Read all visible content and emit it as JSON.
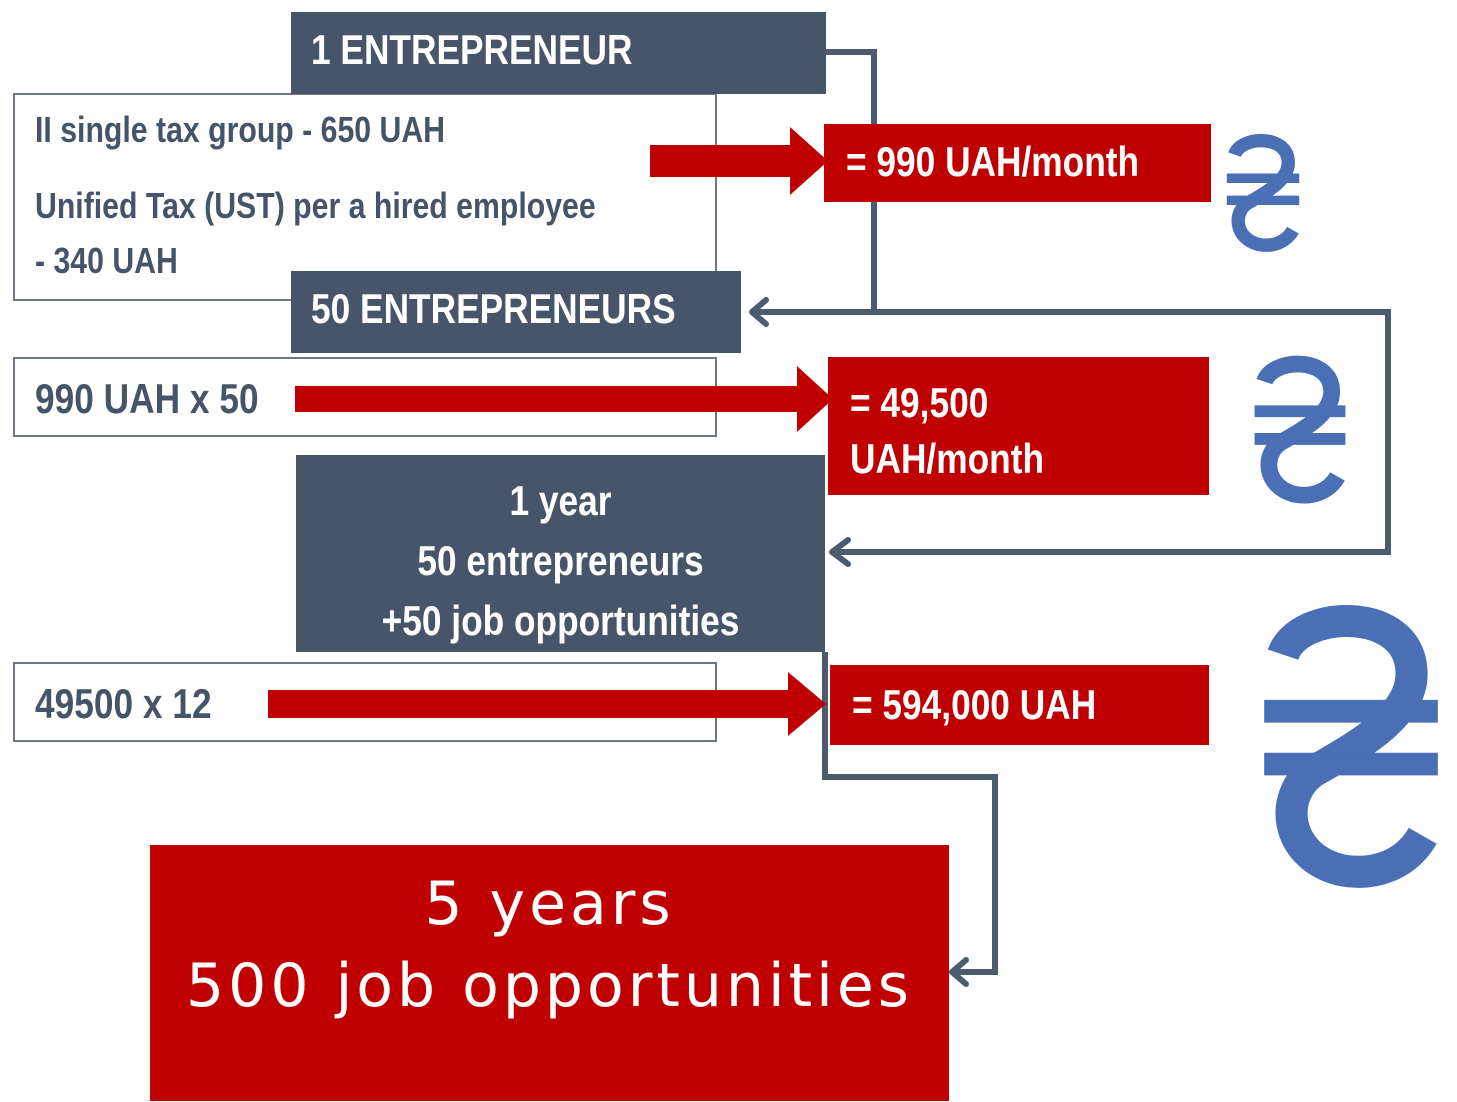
{
  "colors": {
    "dark_slate": "#465569",
    "red": "#c00000",
    "text_slate": "#46546a",
    "hryvnia_blue": "#4a6fb5",
    "connector": "#4d5b6f"
  },
  "boxes": {
    "one_entrepreneur": "1 ENTREPRENEUR",
    "fifty_entrepreneurs": "50 ENTREPRENEURS",
    "one_year": {
      "line1": "1 year",
      "line2": "50 entrepreneurs",
      "line3": "+50 job opportunities"
    },
    "five_years": {
      "line1": "5 years",
      "line2": "500 job opportunities"
    }
  },
  "inputs": {
    "single_tax_prefix": "II",
    "single_tax_rest": " single tax group - 650 UAH",
    "ust_line1": "Unified Tax (UST) per a hired employee",
    "ust_line2": "- 340 UAH",
    "calc_50": "990 UAH x 50",
    "calc_12": "49500 x 12"
  },
  "results": {
    "per_month_one": "= 990 UAH/month",
    "per_month_fifty_line1": "= 49,500",
    "per_month_fifty_line2": "UAH/month",
    "per_year": "= 594,000 UAH"
  },
  "icons": [
    "hryvnia-icon",
    "hryvnia-icon",
    "hryvnia-icon"
  ]
}
